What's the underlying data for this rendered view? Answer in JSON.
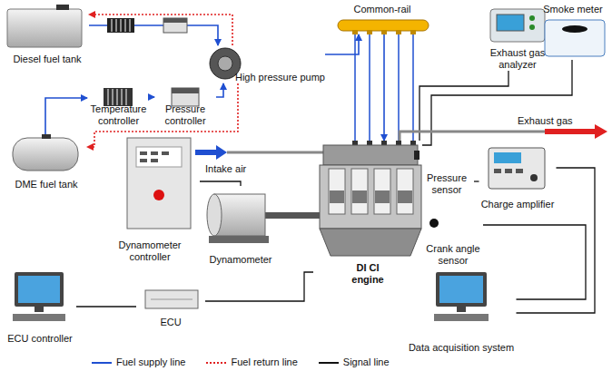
{
  "diagram": {
    "nodes": [
      {
        "text": [
          "Diesel fuel tank"
        ]
      },
      {
        "text": [
          "Common-rail"
        ]
      },
      {
        "text": [
          "Exhaust gas analyzer"
        ]
      },
      {
        "text": [
          "Smoke meter"
        ]
      },
      {
        "text": [
          "High pressure pump"
        ]
      },
      {
        "text": [
          "Temperature controller"
        ]
      },
      {
        "text": [
          "Pressure controller"
        ]
      },
      {
        "text": [
          "DME fuel tank"
        ]
      },
      {
        "text": [
          "Dynamometer controller"
        ]
      },
      {
        "text": [
          "Dynamometer"
        ]
      },
      {
        "text": [
          "DI CI engine"
        ]
      },
      {
        "text": [
          "Pressure sensor"
        ]
      },
      {
        "text": [
          "Charge amplifier"
        ]
      },
      {
        "text": [
          "Crank angle sensor"
        ]
      },
      {
        "text": [
          "ECU controller"
        ]
      },
      {
        "text": [
          "ECU"
        ]
      },
      {
        "text": [
          "Data acquisition system"
        ]
      }
    ],
    "edges": [
      {
        "from": 0,
        "to": 4,
        "arrow": "to"
      },
      {
        "from": 7,
        "to": 5,
        "arrow": "to"
      },
      {
        "from": 5,
        "to": 6,
        "arrow": "to"
      },
      {
        "from": 6,
        "to": 4,
        "arrow": "to"
      },
      {
        "from": 4,
        "to": 1,
        "arrow": "to"
      },
      {
        "from": 1,
        "to": 10,
        "arrow": "to"
      },
      {
        "from": 4,
        "to": 0,
        "arrow": "to"
      },
      {
        "from": 4,
        "to": 7,
        "arrow": "to"
      },
      {
        "from": 10,
        "to": 2,
        "arrow": "none"
      },
      {
        "from": 10,
        "to": 3,
        "arrow": "none"
      },
      {
        "from": 11,
        "to": 12,
        "arrow": "none"
      },
      {
        "from": 12,
        "to": 16,
        "arrow": "none"
      },
      {
        "from": 13,
        "to": 16,
        "arrow": "none"
      },
      {
        "from": 8,
        "to": 9,
        "arrow": "none"
      },
      {
        "from": 14,
        "to": 15,
        "arrow": "none"
      },
      {
        "from": 15,
        "to": 10,
        "arrow": "none"
      }
    ],
    "labels": [
      "Intake air",
      "Exhaust gas"
    ],
    "legend": [
      {
        "text": "Fuel supply line"
      },
      {
        "text": "Fuel return line"
      },
      {
        "text": "Signal line"
      }
    ]
  }
}
